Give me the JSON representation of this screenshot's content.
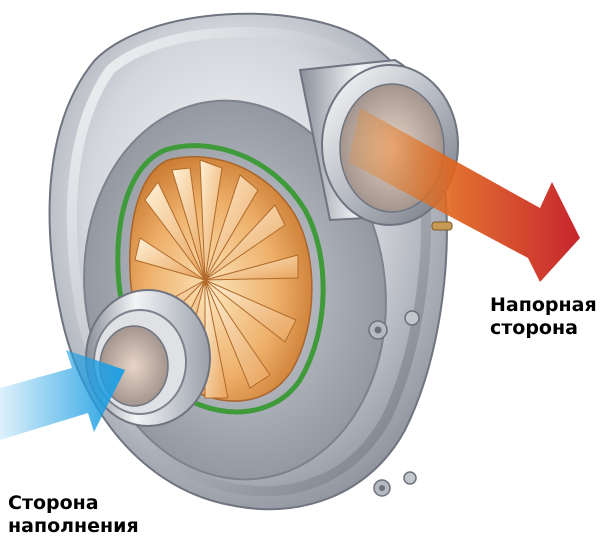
{
  "labels": {
    "pressure_line1": "Напорная",
    "pressure_line2": "сторона",
    "intake_line1": "Сторона",
    "intake_line2": "наполнения"
  },
  "colors": {
    "intake_arrow": "#1e9fe3",
    "pressure_arrow_start": "#e88a2a",
    "pressure_arrow_end": "#c2121a",
    "housing": "#c9ccd2",
    "impeller": "#e9a35a",
    "gasket": "#3f9a3a"
  },
  "icons": {
    "intake_arrow": "arrow-right-icon",
    "pressure_arrow": "arrow-right-icon"
  }
}
